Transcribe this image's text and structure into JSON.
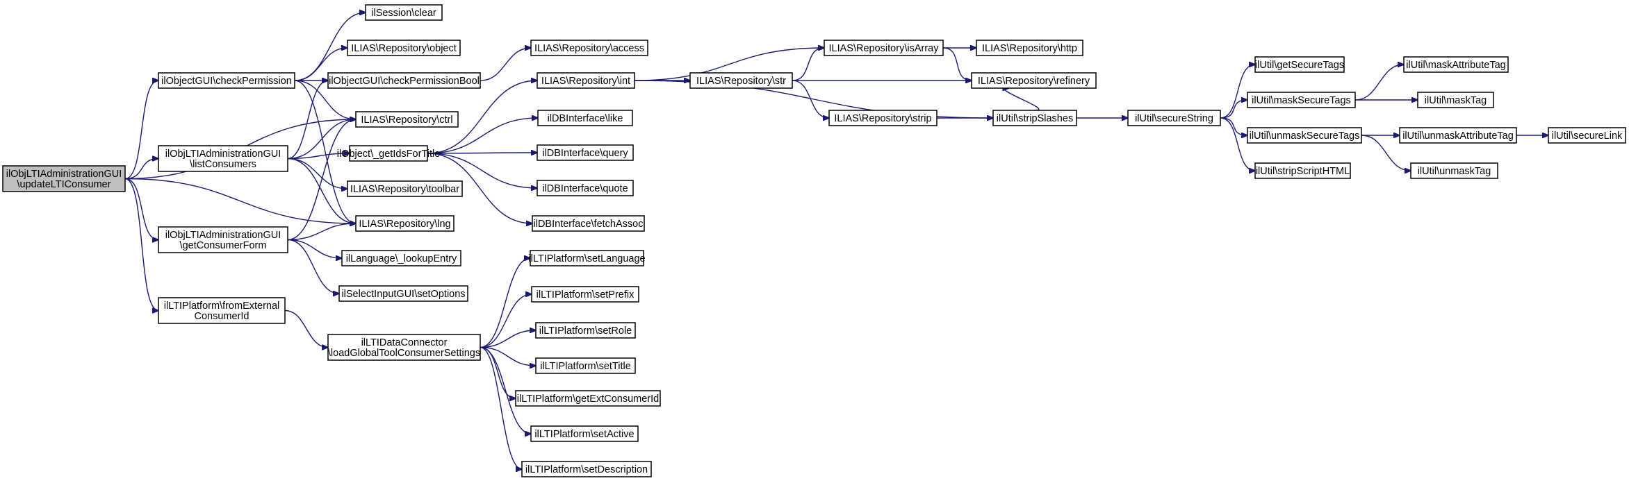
{
  "nodes": {
    "n_root": [
      "ilObjLTIAdministrationGUI",
      "\\updateLTIConsumer"
    ],
    "n_checkperm": [
      "ilObjectGUI\\checkPermission"
    ],
    "n_listcons": [
      "ilObjLTIAdministrationGUI",
      "\\listConsumers"
    ],
    "n_getform": [
      "ilObjLTIAdministrationGUI",
      "\\getConsumerForm"
    ],
    "n_fromext": [
      "ilLTIPlatform\\fromExternal",
      "ConsumerId"
    ],
    "n_sessclear": [
      "ilSession\\clear"
    ],
    "n_repobject": [
      "ILIAS\\Repository\\object"
    ],
    "n_checkpermbool": [
      "ilObjectGUI\\checkPermissionBool"
    ],
    "n_ctrl": [
      "ILIAS\\Repository\\ctrl"
    ],
    "n_getids": [
      "ilObject\\_getIdsForTitle"
    ],
    "n_toolbar": [
      "ILIAS\\Repository\\toolbar"
    ],
    "n_lng": [
      "ILIAS\\Repository\\lng"
    ],
    "n_lookup": [
      "ilLanguage\\_lookupEntry"
    ],
    "n_setopts": [
      "ilSelectInputGUI\\setOptions"
    ],
    "n_loadglobal": [
      "ilLTIDataConnector",
      "\\loadGlobalToolConsumerSettings"
    ],
    "n_access": [
      "ILIAS\\Repository\\access"
    ],
    "n_int": [
      "ILIAS\\Repository\\int"
    ],
    "n_like": [
      "ilDBInterface\\like"
    ],
    "n_query": [
      "ilDBInterface\\query"
    ],
    "n_quote": [
      "ilDBInterface\\quote"
    ],
    "n_fetch": [
      "ilDBInterface\\fetchAssoc"
    ],
    "n_setlang": [
      "ilLTIPlatform\\setLanguage"
    ],
    "n_setprefix": [
      "ilLTIPlatform\\setPrefix"
    ],
    "n_setrole": [
      "ilLTIPlatform\\setRole"
    ],
    "n_settitle": [
      "ilLTIPlatform\\setTitle"
    ],
    "n_getext": [
      "ilLTIPlatform\\getExtConsumerId"
    ],
    "n_setactive": [
      "ilLTIPlatform\\setActive"
    ],
    "n_setdesc": [
      "ilLTIPlatform\\setDescription"
    ],
    "n_str": [
      "ILIAS\\Repository\\str"
    ],
    "n_isarray": [
      "ILIAS\\Repository\\isArray"
    ],
    "n_strip": [
      "ILIAS\\Repository\\strip"
    ],
    "n_http": [
      "ILIAS\\Repository\\http"
    ],
    "n_refinery": [
      "ILIAS\\Repository\\refinery"
    ],
    "n_stripslashes": [
      "ilUtil\\stripSlashes"
    ],
    "n_securestring": [
      "ilUtil\\secureString"
    ],
    "n_getsecuretags": [
      "ilUtil\\getSecureTags"
    ],
    "n_masksecure": [
      "ilUtil\\maskSecureTags"
    ],
    "n_unmasksecure": [
      "ilUtil\\unmaskSecureTags"
    ],
    "n_stripscript": [
      "ilUtil\\stripScriptHTML"
    ],
    "n_maskattr": [
      "ilUtil\\maskAttributeTag"
    ],
    "n_masktag": [
      "ilUtil\\maskTag"
    ],
    "n_unmaskattr": [
      "ilUtil\\unmaskAttributeTag"
    ],
    "n_unmasktag": [
      "ilUtil\\unmaskTag"
    ],
    "n_securelink": [
      "ilUtil\\secureLink"
    ]
  },
  "edges": [
    [
      "n_root",
      "n_checkperm"
    ],
    [
      "n_root",
      "n_ctrl"
    ],
    [
      "n_root",
      "n_listcons"
    ],
    [
      "n_root",
      "n_lng"
    ],
    [
      "n_root",
      "n_getform"
    ],
    [
      "n_root",
      "n_fromext"
    ],
    [
      "n_checkperm",
      "n_sessclear"
    ],
    [
      "n_checkperm",
      "n_repobject"
    ],
    [
      "n_checkperm",
      "n_checkpermbool"
    ],
    [
      "n_checkperm",
      "n_ctrl"
    ],
    [
      "n_checkperm",
      "n_lng"
    ],
    [
      "n_listcons",
      "n_checkpermbool"
    ],
    [
      "n_listcons",
      "n_ctrl"
    ],
    [
      "n_listcons",
      "n_getids"
    ],
    [
      "n_listcons",
      "n_toolbar"
    ],
    [
      "n_listcons",
      "n_lng"
    ],
    [
      "n_getform",
      "n_ctrl"
    ],
    [
      "n_getform",
      "n_lng"
    ],
    [
      "n_getform",
      "n_lookup"
    ],
    [
      "n_getform",
      "n_setopts"
    ],
    [
      "n_fromext",
      "n_loadglobal"
    ],
    [
      "n_checkpermbool",
      "n_access"
    ],
    [
      "n_getids",
      "n_int"
    ],
    [
      "n_getids",
      "n_like"
    ],
    [
      "n_getids",
      "n_query"
    ],
    [
      "n_getids",
      "n_quote"
    ],
    [
      "n_getids",
      "n_fetch"
    ],
    [
      "n_loadglobal",
      "n_setlang"
    ],
    [
      "n_loadglobal",
      "n_setprefix"
    ],
    [
      "n_loadglobal",
      "n_setrole"
    ],
    [
      "n_loadglobal",
      "n_settitle"
    ],
    [
      "n_loadglobal",
      "n_getext"
    ],
    [
      "n_loadglobal",
      "n_setactive"
    ],
    [
      "n_loadglobal",
      "n_setdesc"
    ],
    [
      "n_int",
      "n_isarray"
    ],
    [
      "n_int",
      "n_str"
    ],
    [
      "n_int",
      "n_stripslashes"
    ],
    [
      "n_str",
      "n_isarray"
    ],
    [
      "n_str",
      "n_refinery"
    ],
    [
      "n_str",
      "n_strip"
    ],
    [
      "n_isarray",
      "n_http"
    ],
    [
      "n_isarray",
      "n_refinery"
    ],
    [
      "n_strip",
      "n_stripslashes"
    ],
    [
      "n_stripslashes",
      "n_refinery"
    ],
    [
      "n_stripslashes",
      "n_securestring"
    ],
    [
      "n_securestring",
      "n_getsecuretags"
    ],
    [
      "n_securestring",
      "n_masksecure"
    ],
    [
      "n_securestring",
      "n_unmasksecure"
    ],
    [
      "n_securestring",
      "n_stripscript"
    ],
    [
      "n_masksecure",
      "n_maskattr"
    ],
    [
      "n_masksecure",
      "n_masktag"
    ],
    [
      "n_unmasksecure",
      "n_unmaskattr"
    ],
    [
      "n_unmasksecure",
      "n_unmasktag"
    ],
    [
      "n_unmaskattr",
      "n_securelink"
    ]
  ]
}
